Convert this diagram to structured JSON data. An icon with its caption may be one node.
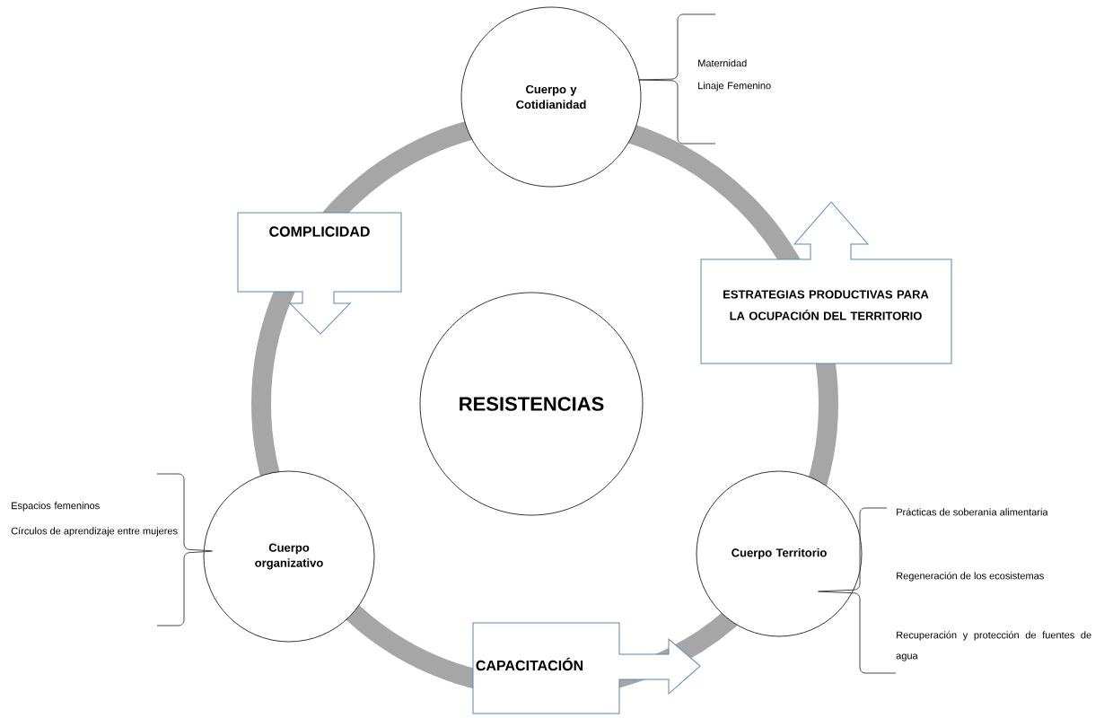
{
  "diagram": {
    "nodes": [
      {
        "text": [
          "Cuerpo y Cotidianidad"
        ],
        "beside": [
          "Maternidad",
          "Linaje Femenino"
        ]
      },
      {
        "text": [
          "COMPLICIDAD"
        ]
      },
      {
        "text": [
          "ESTRATEGIAS PRODUCTIVAS PARA LA OCUPACIÓN DEL TERRITORIO"
        ]
      },
      {
        "text": [
          "RESISTENCIAS"
        ]
      },
      {
        "text": [
          "Cuerpo organizativo"
        ],
        "beside": [
          "Espacios femeninos",
          "Círculos de aprendizaje entre mujeres"
        ]
      },
      {
        "text": [
          "Cuerpo Territorio"
        ],
        "beside": [
          "Prácticas de soberanía alimentaria",
          "Regeneración de los ecosistemas",
          "Recuperación y protección de fuentes de agua"
        ]
      },
      {
        "text": [
          "CAPACITACIÓN"
        ]
      }
    ]
  }
}
